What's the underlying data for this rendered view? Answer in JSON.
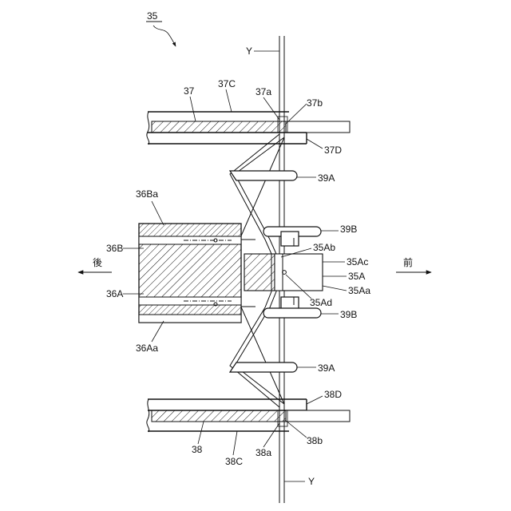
{
  "figure": {
    "ref_main": "35",
    "labels": {
      "y_top": "Y",
      "y_bottom": "Y",
      "l37": "37",
      "l37C": "37C",
      "l37a": "37a",
      "l37b": "37b",
      "l37D": "37D",
      "l39A_top": "39A",
      "l36Ba": "36Ba",
      "l39B_top": "39B",
      "l35Ab": "35Ab",
      "l36B": "36B",
      "l35Ac": "35Ac",
      "l35A": "35A",
      "l36A": "36A",
      "l35Aa": "35Aa",
      "l35Ad": "35Ad",
      "l39B_bottom": "39B",
      "l36Aa": "36Aa",
      "l39A_bottom": "39A",
      "l38D": "38D",
      "l38": "38",
      "l38a": "38a",
      "l38b": "38b",
      "l38C": "38C"
    },
    "direction_back": "後",
    "direction_front": "前"
  }
}
